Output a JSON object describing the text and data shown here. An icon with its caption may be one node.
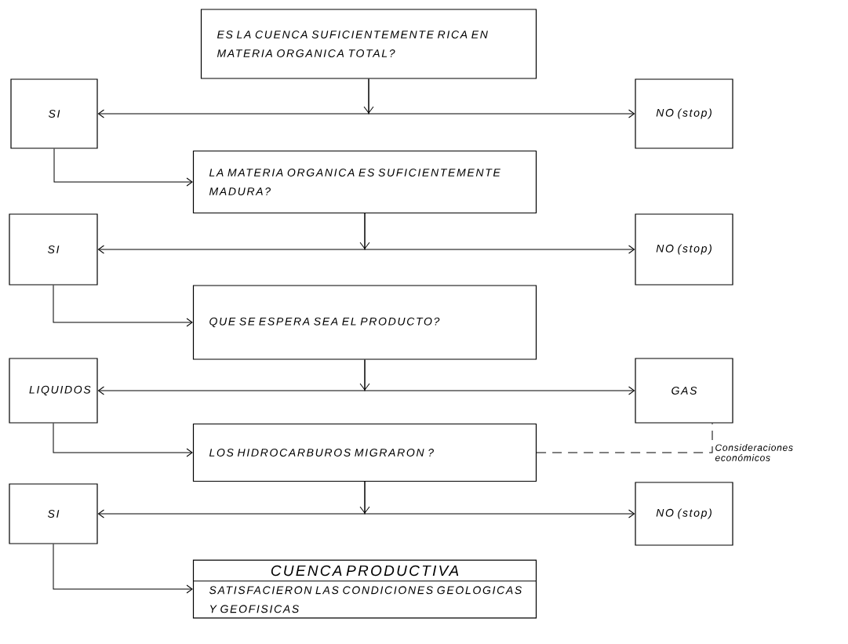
{
  "diagram": {
    "nodes": [
      {
        "text": [
          "ES LA CUENCA SUFICIENTEMENTE RICA EN MATERIA ORGANICA TOTAL?"
        ]
      },
      {
        "text": [
          "SI"
        ]
      },
      {
        "text": [
          "NO (stop)"
        ]
      },
      {
        "text": [
          "LA MATERIA ORGANICA ES SUFICIENTEMENTE MADURA?"
        ]
      },
      {
        "text": [
          "SI"
        ]
      },
      {
        "text": [
          "NO (stop)"
        ]
      },
      {
        "text": [
          "QUE SE ESPERA SEA EL PRODUCTO?"
        ]
      },
      {
        "text": [
          "LIQUIDOS"
        ]
      },
      {
        "text": [
          "GAS"
        ]
      },
      {
        "text": [
          "LOS HIDROCARBUROS MIGRARON ?"
        ]
      },
      {
        "text": [
          "SI"
        ]
      },
      {
        "text": [
          "NO (stop)"
        ]
      },
      {
        "text": [
          "CUENCA PRODUCTIVA",
          "SATISFACIERON LAS CONDICIONES GEOLOGICAS Y GEOFISICAS"
        ]
      }
    ],
    "edges": [
      {
        "from": 0,
        "to": 1,
        "arrow": "to"
      },
      {
        "from": 0,
        "to": 2,
        "arrow": "to"
      },
      {
        "from": 1,
        "to": 3,
        "arrow": "to"
      },
      {
        "from": 3,
        "to": 4,
        "arrow": "to"
      },
      {
        "from": 3,
        "to": 5,
        "arrow": "to"
      },
      {
        "from": 4,
        "to": 6,
        "arrow": "to"
      },
      {
        "from": 6,
        "to": 7,
        "arrow": "to"
      },
      {
        "from": 6,
        "to": 8,
        "arrow": "to"
      },
      {
        "from": 7,
        "to": 9,
        "arrow": "to"
      },
      {
        "from": 9,
        "to": 8,
        "arrow": "none",
        "style": "dashed",
        "label": "Consideraciones económicos"
      },
      {
        "from": 9,
        "to": 10,
        "arrow": "to"
      },
      {
        "from": 9,
        "to": 11,
        "arrow": "to"
      },
      {
        "from": 10,
        "to": 12,
        "arrow": "to"
      }
    ]
  }
}
